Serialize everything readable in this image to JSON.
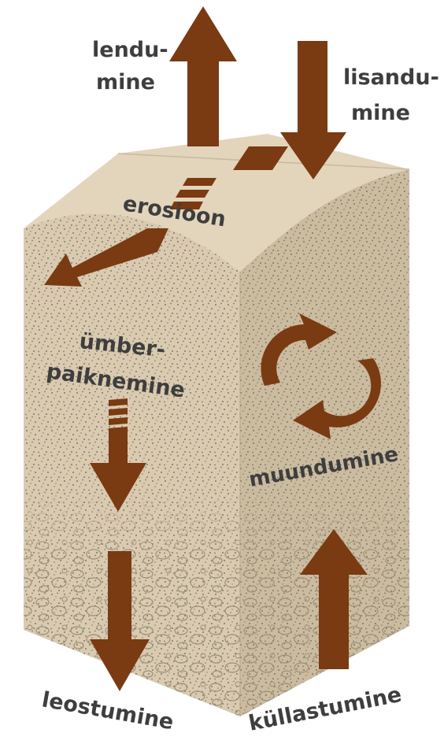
{
  "labels": {
    "lendumine_1": "lendu-",
    "lendumine_2": "mine",
    "lisandumine_1": "lisandu-",
    "lisandumine_2": "mine",
    "erosioon": "erosioon",
    "umberpaiknemine_1": "ümber-",
    "umberpaiknemine_2": "paiknemine",
    "muundumine": "muundumine",
    "leostumine": "leostumine",
    "kullastumine": "küllastumine"
  },
  "colors": {
    "arrow": "#7a3a12",
    "block_top": "#e2d5bc",
    "block_front": "#d9cab0",
    "block_side": "#cbbb9f",
    "speckle": "#6f6a60",
    "label_text": "#3e3e3e"
  }
}
